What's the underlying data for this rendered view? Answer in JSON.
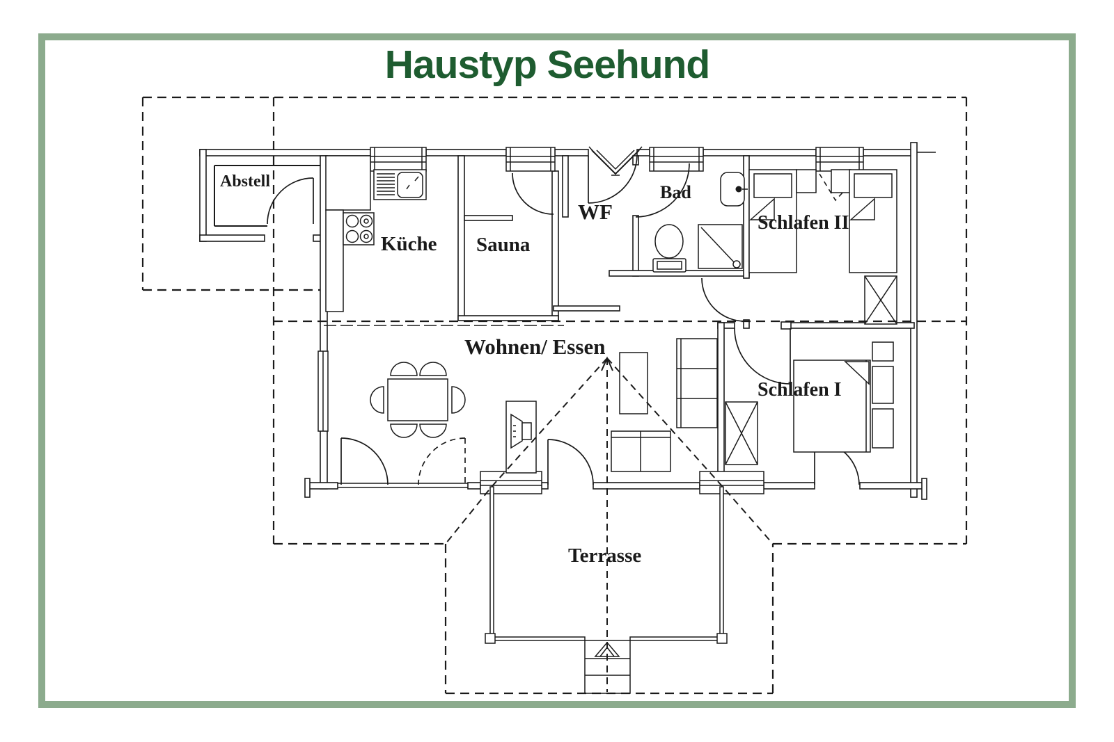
{
  "title": {
    "text": "Haustyp Seehund"
  },
  "colors": {
    "title_green": "#1E5C30",
    "frame_green": "#8CAB8D",
    "line_black": "#1a1a1a",
    "post_gray": "#cccccc",
    "background": "#ffffff"
  },
  "floor_plan": {
    "rooms": {
      "abstell": {
        "label": "Abstell"
      },
      "kueche": {
        "label": "Küche"
      },
      "sauna": {
        "label": "Sauna"
      },
      "wf": {
        "label": "WF"
      },
      "bad": {
        "label": "Bad"
      },
      "schlafen2": {
        "label": "Schlafen II"
      },
      "wohnen_essen": {
        "label": "Wohnen/ Essen"
      },
      "schlafen1": {
        "label": "Schlafen I"
      },
      "terrasse": {
        "label": "Terrasse"
      }
    },
    "icons": [
      "dining-table-icon",
      "chair-icon",
      "tv-cabinet-icon",
      "coffee-table-icon",
      "sofa-icon",
      "shelf-unit-icon",
      "single-bed-icon",
      "double-bed-icon",
      "nightstand-icon",
      "wardrobe-icon",
      "toilet-icon",
      "shower-icon",
      "washbasin-icon",
      "kitchen-sink-icon",
      "stove-icon",
      "stairs-icon",
      "entrance-canopy-icon",
      "roof-ridge-arrow-icon"
    ]
  }
}
